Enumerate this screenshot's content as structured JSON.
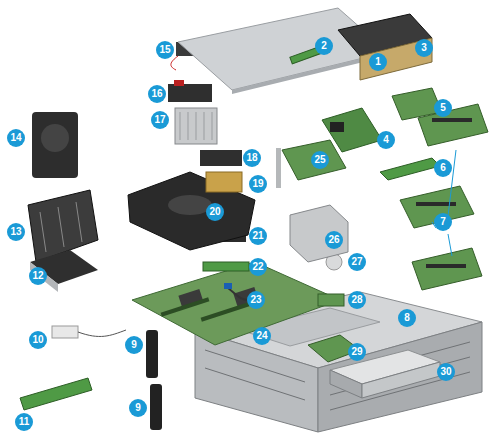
{
  "diagram": {
    "labels": [
      "1",
      "2",
      "3",
      "4",
      "5",
      "6",
      "7",
      "8",
      "9",
      "9",
      "10",
      "11",
      "12",
      "13",
      "14",
      "15",
      "16",
      "17",
      "18",
      "19",
      "20",
      "21",
      "22",
      "23",
      "24",
      "25",
      "26",
      "27",
      "28",
      "29",
      "30"
    ]
  }
}
